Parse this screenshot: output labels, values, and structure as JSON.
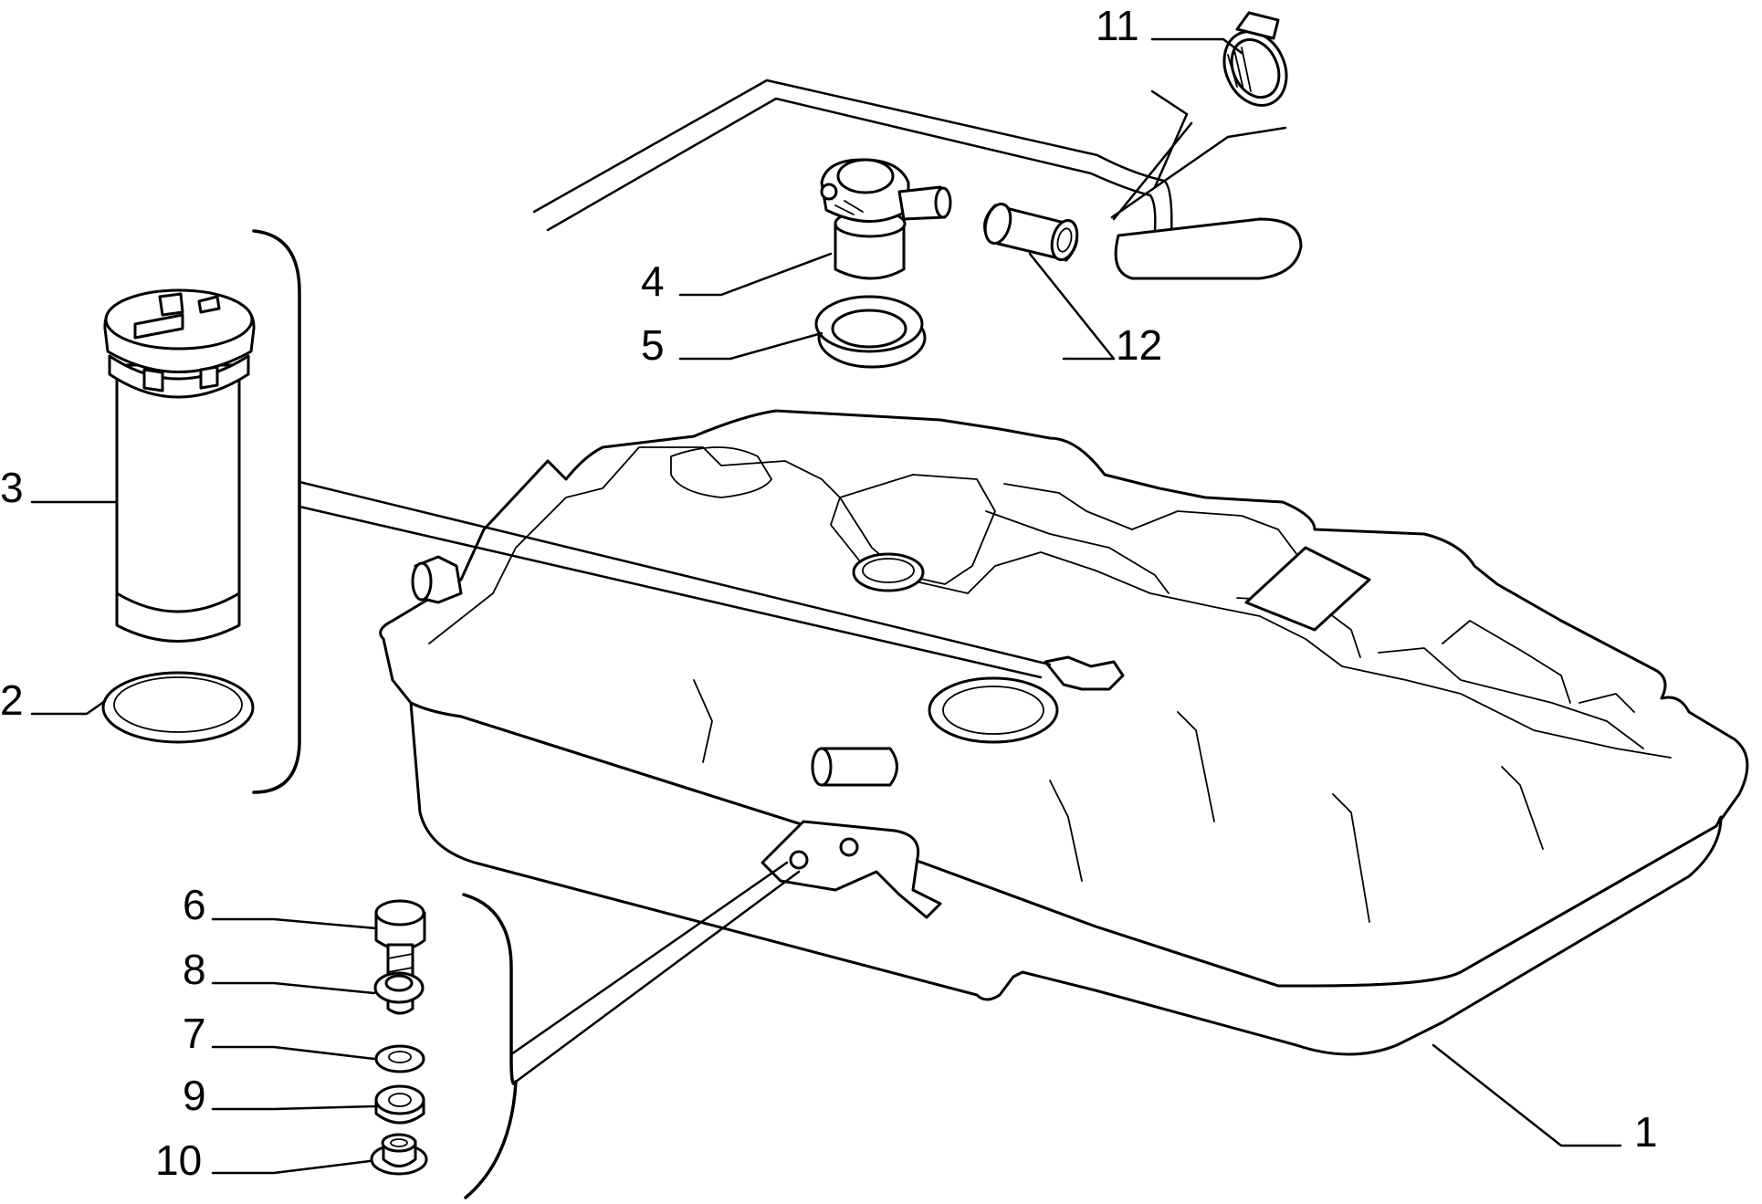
{
  "callouts": [
    {
      "id": "1",
      "text": "1",
      "part": "fuel-tank"
    },
    {
      "id": "2",
      "text": "2",
      "part": "pump-seal-ring"
    },
    {
      "id": "3",
      "text": "3",
      "part": "fuel-pump-unit"
    },
    {
      "id": "4",
      "text": "4",
      "part": "filler-neck-valve"
    },
    {
      "id": "5",
      "text": "5",
      "part": "filler-seal"
    },
    {
      "id": "6",
      "text": "6",
      "part": "bolt"
    },
    {
      "id": "7",
      "text": "7",
      "part": "washer"
    },
    {
      "id": "8",
      "text": "8",
      "part": "spring-washer"
    },
    {
      "id": "9",
      "text": "9",
      "part": "spacer"
    },
    {
      "id": "10",
      "text": "10",
      "part": "flange-nut"
    },
    {
      "id": "11",
      "text": "11",
      "part": "hose-clamp"
    },
    {
      "id": "12",
      "text": "12",
      "part": "hose-sleeve"
    }
  ]
}
